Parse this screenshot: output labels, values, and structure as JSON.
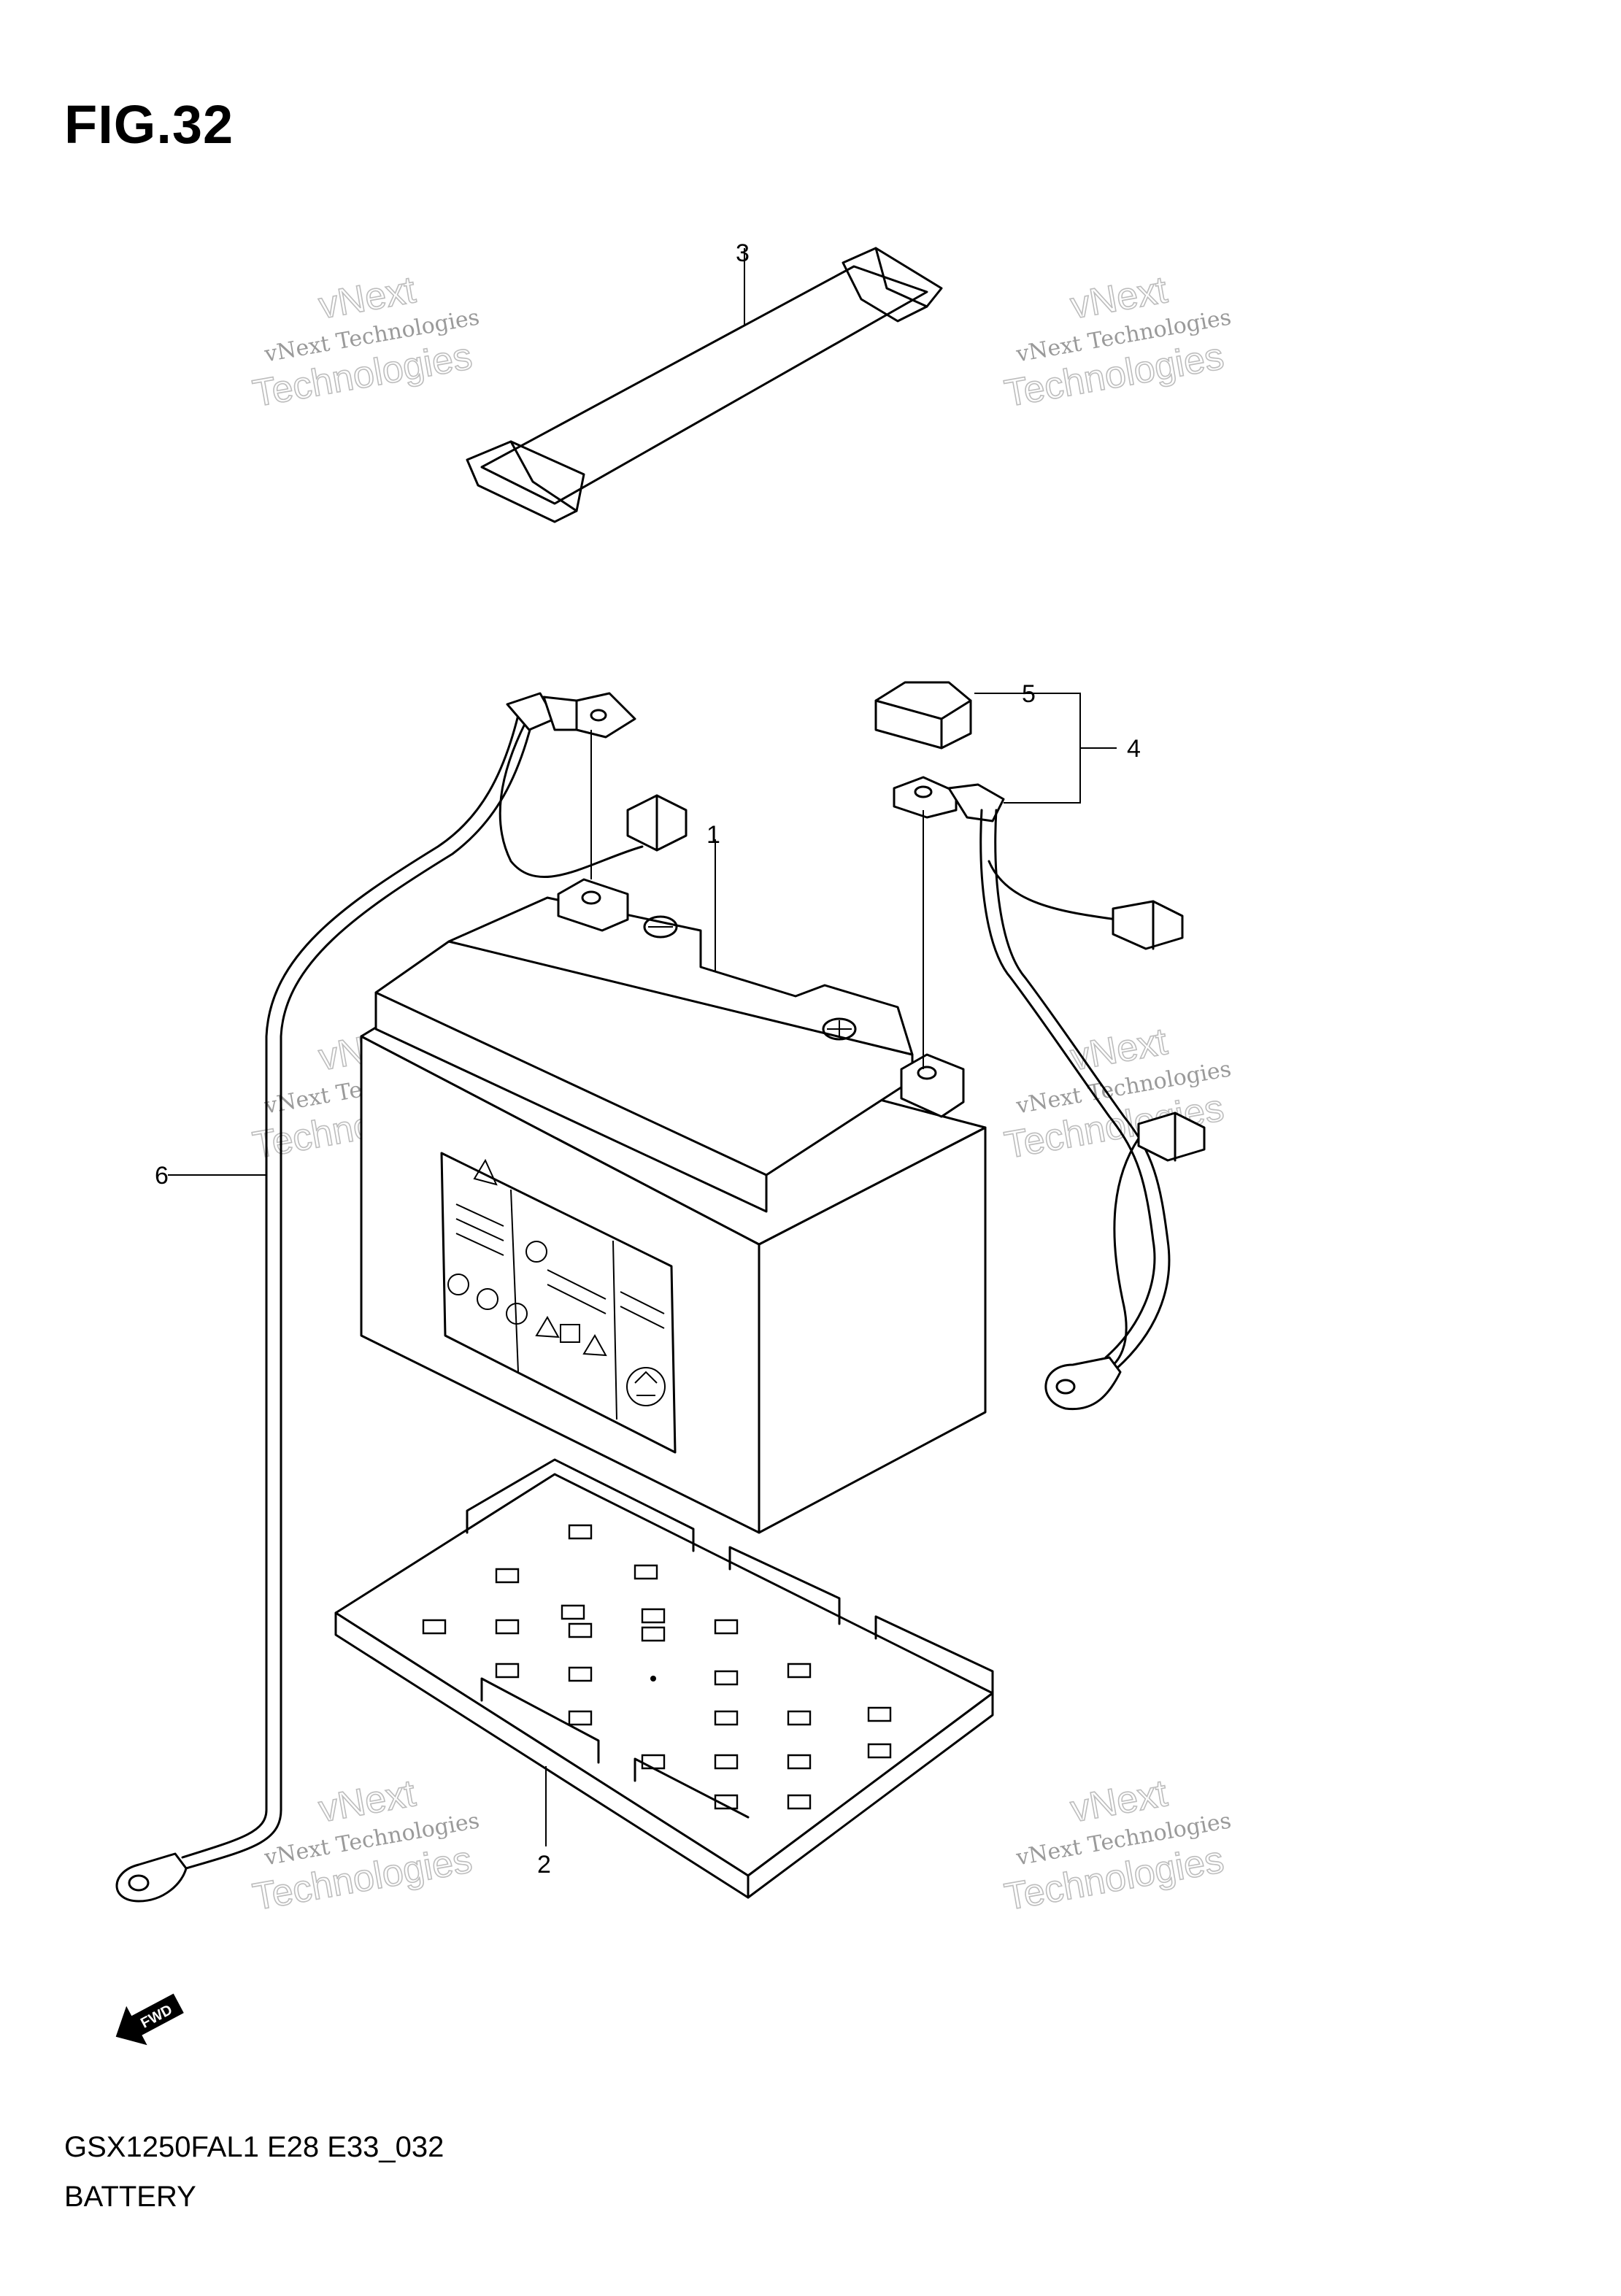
{
  "figure": {
    "title": "FIG.32"
  },
  "footer": {
    "model_code": "GSX1250FAL1 E28 E33_032",
    "section_name": "BATTERY"
  },
  "callouts": [
    {
      "number": "1",
      "part": "battery"
    },
    {
      "number": "2",
      "part": "battery-tray"
    },
    {
      "number": "3",
      "part": "battery-band"
    },
    {
      "number": "4",
      "part": "battery-cable-assembly"
    },
    {
      "number": "5",
      "part": "terminal-cover"
    },
    {
      "number": "6",
      "part": "ground-cable"
    }
  ],
  "watermark": {
    "line1": "vNext Technologies",
    "line2_top": "vNext",
    "line2_bottom": "Technologies"
  },
  "fwd_marker": {
    "label": "FWD"
  },
  "icons": [
    "fwd-arrow-icon",
    "recycle-icon",
    "warning-triangle-icon"
  ]
}
